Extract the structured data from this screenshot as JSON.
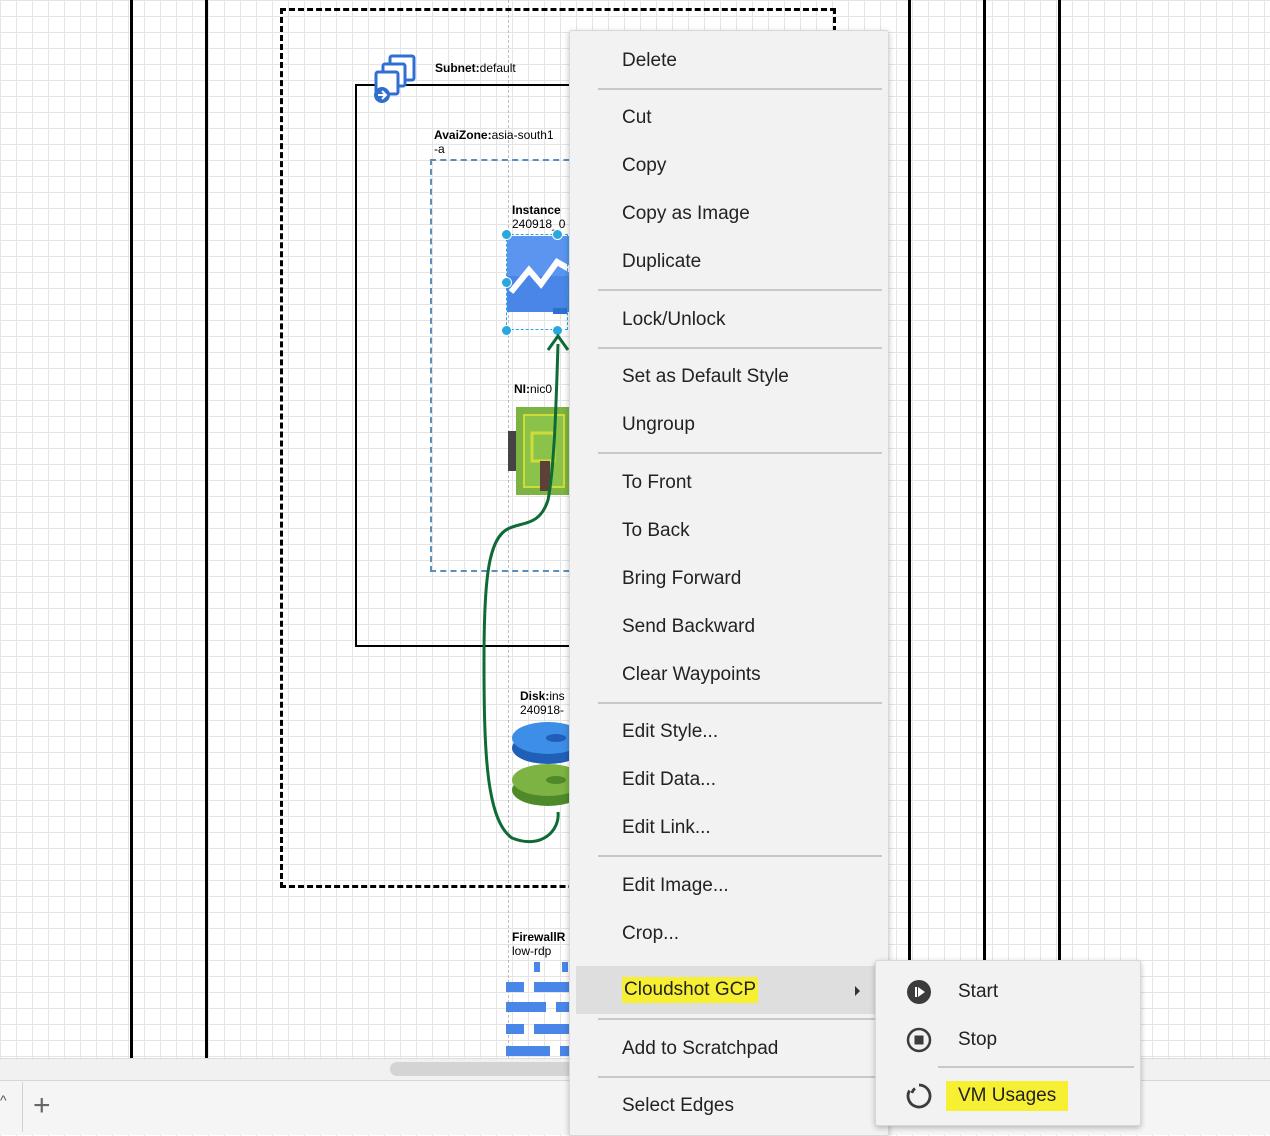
{
  "diagram": {
    "subnet_label_key": "Subnet:",
    "subnet_label_val": "default",
    "az_label_key": "AvaiZone:",
    "az_label_val": "asia-south1",
    "az_label_line2": "-a",
    "instance_label_key": "Instance",
    "instance_label_line2": "240918_0",
    "ni_label_key": "NI:",
    "ni_label_val": "nic0",
    "disk_label_key": "Disk:",
    "disk_label_val": "ins",
    "disk_label_line2": "240918-",
    "firewall_label_key": "FirewallR",
    "firewall_label_line2": "low-rdp",
    "colors": {
      "edge": "#0e6b35",
      "selection": "#29a8e0",
      "instance": "#4a86e8",
      "nic": "#7cb342"
    }
  },
  "context_menu": {
    "items": [
      {
        "label": "Delete"
      },
      {
        "label": "Cut"
      },
      {
        "label": "Copy"
      },
      {
        "label": "Copy as Image"
      },
      {
        "label": "Duplicate"
      },
      {
        "label": "Lock/Unlock"
      },
      {
        "label": "Set as Default Style"
      },
      {
        "label": "Ungroup"
      },
      {
        "label": "To Front"
      },
      {
        "label": "To Back"
      },
      {
        "label": "Bring Forward"
      },
      {
        "label": "Send Backward"
      },
      {
        "label": "Clear Waypoints"
      },
      {
        "label": "Edit Style..."
      },
      {
        "label": "Edit Data..."
      },
      {
        "label": "Edit Link..."
      },
      {
        "label": "Edit Image..."
      },
      {
        "label": "Crop..."
      },
      {
        "label": "Cloudshot GCP"
      },
      {
        "label": "Add to Scratchpad"
      },
      {
        "label": "Select Edges"
      }
    ]
  },
  "submenu": {
    "items": [
      {
        "label": "Start",
        "icon": "play-circle-icon"
      },
      {
        "label": "Stop",
        "icon": "stop-circle-icon"
      },
      {
        "label": "VM Usages",
        "icon": "loading-circle-icon"
      }
    ]
  },
  "bottom": {
    "add_page_glyph": "+",
    "collapse_glyph": "^"
  }
}
